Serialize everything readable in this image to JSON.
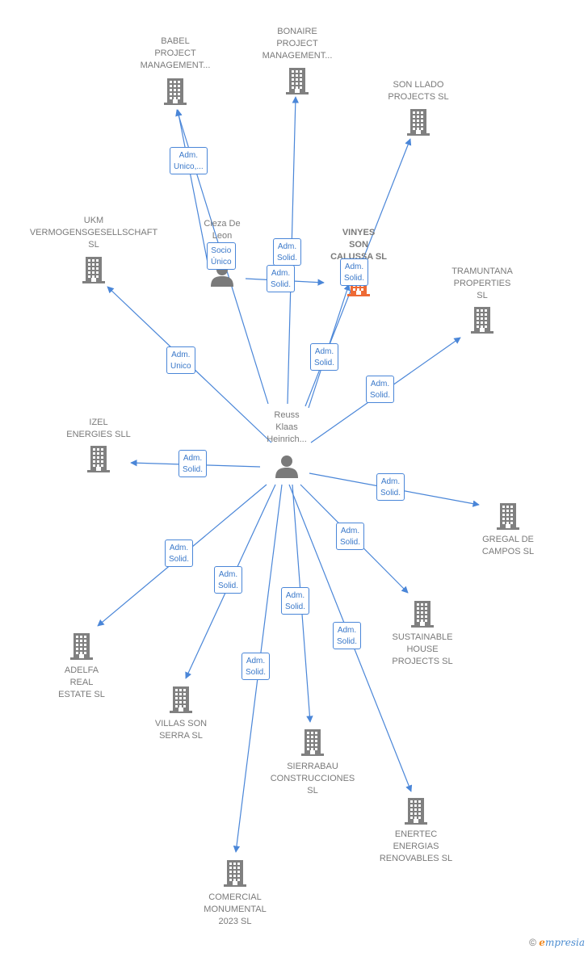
{
  "colors": {
    "edge": "#4a86d8",
    "company_icon": "#808080",
    "company_focus_icon": "#ee6a35",
    "person_icon": "#7a7a7a",
    "label_text": "#7a7a7a",
    "relation_text": "#3a78c9"
  },
  "nodes": [
    {
      "id": "babel",
      "type": "company",
      "lines": [
        "BABEL",
        "PROJECT",
        "MANAGEMENT..."
      ]
    },
    {
      "id": "bonaire",
      "type": "company",
      "lines": [
        "BONAIRE",
        "PROJECT",
        "MANAGEMENT..."
      ]
    },
    {
      "id": "sonllado",
      "type": "company",
      "lines": [
        "SON LLADO",
        "PROJECTS  SL"
      ]
    },
    {
      "id": "ukm",
      "type": "company",
      "lines": [
        "UKM",
        "VERMOGENSGESELLSCHAFT",
        "SL"
      ]
    },
    {
      "id": "cieza",
      "type": "person",
      "lines": [
        "Cieza De",
        "Leon",
        "Ca..."
      ]
    },
    {
      "id": "vinyes",
      "type": "company",
      "focus": true,
      "lines": [
        "VINYES",
        "SON",
        "CALUSSA  SL"
      ]
    },
    {
      "id": "tramuntana",
      "type": "company",
      "lines": [
        "TRAMUNTANA",
        "PROPERTIES",
        "SL"
      ]
    },
    {
      "id": "izel",
      "type": "company",
      "lines": [
        "IZEL",
        "ENERGIES SLL"
      ]
    },
    {
      "id": "reuss",
      "type": "person",
      "lines": [
        "Reuss",
        "Klaas",
        "Heinrich..."
      ]
    },
    {
      "id": "gregal",
      "type": "company",
      "lines": [
        "GREGAL DE",
        "CAMPOS  SL"
      ]
    },
    {
      "id": "sustainable",
      "type": "company",
      "lines": [
        "SUSTAINABLE",
        "HOUSE",
        "PROJECTS  SL"
      ]
    },
    {
      "id": "adelfa",
      "type": "company",
      "lines": [
        "ADELFA",
        "REAL",
        "ESTATE  SL"
      ]
    },
    {
      "id": "villas",
      "type": "company",
      "lines": [
        "VILLAS SON",
        "SERRA  SL"
      ]
    },
    {
      "id": "sierrabau",
      "type": "company",
      "lines": [
        "SIERRABAU",
        "CONSTRUCCIONES",
        "SL"
      ]
    },
    {
      "id": "enertec",
      "type": "company",
      "lines": [
        "ENERTEC",
        "ENERGIAS",
        "RENOVABLES SL"
      ]
    },
    {
      "id": "comercial",
      "type": "company",
      "lines": [
        "COMERCIAL",
        "MONUMENTAL",
        "2023  SL"
      ]
    }
  ],
  "edges": [
    {
      "from": "reuss",
      "to": "babel",
      "label": [
        "Adm.",
        "Unico,..."
      ]
    },
    {
      "from": "cieza",
      "to": "babel",
      "label": [
        "Socio",
        "Único"
      ]
    },
    {
      "from": "reuss",
      "to": "bonaire",
      "label": [
        "Adm.",
        "Solid."
      ]
    },
    {
      "from": "reuss",
      "to": "sonllado",
      "label": [
        "Adm.",
        "Solid."
      ]
    },
    {
      "from": "reuss",
      "to": "ukm",
      "label": [
        "Adm.",
        "Unico"
      ]
    },
    {
      "from": "cieza",
      "to": "vinyes",
      "label": [
        "Adm.",
        "Solid."
      ]
    },
    {
      "from": "reuss",
      "to": "vinyes",
      "label": [
        "Adm.",
        "Solid."
      ]
    },
    {
      "from": "reuss",
      "to": "tramuntana",
      "label": [
        "Adm.",
        "Solid."
      ]
    },
    {
      "from": "reuss",
      "to": "izel",
      "label": [
        "Adm.",
        "Solid."
      ]
    },
    {
      "from": "reuss",
      "to": "gregal",
      "label": [
        "Adm.",
        "Solid."
      ]
    },
    {
      "from": "reuss",
      "to": "sustainable",
      "label": [
        "Adm.",
        "Solid."
      ]
    },
    {
      "from": "reuss",
      "to": "adelfa",
      "label": [
        "Adm.",
        "Solid."
      ]
    },
    {
      "from": "reuss",
      "to": "villas",
      "label": [
        "Adm.",
        "Solid."
      ]
    },
    {
      "from": "reuss",
      "to": "sierrabau",
      "label": [
        "Adm.",
        "Solid."
      ]
    },
    {
      "from": "reuss",
      "to": "enertec",
      "label": [
        "Adm.",
        "Solid."
      ]
    },
    {
      "from": "reuss",
      "to": "comercial",
      "label": [
        "Adm.",
        "Solid."
      ]
    }
  ],
  "footer": {
    "copyright": "©",
    "brand_initial": "e",
    "brand_rest": "mpresia"
  }
}
